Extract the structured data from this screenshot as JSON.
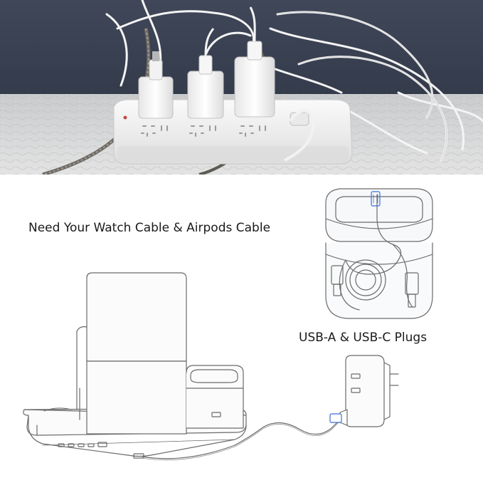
{
  "captions": {
    "cables": "Need Your Watch Cable & Airpods Cable",
    "plugs": "USB-A & USB-C Plugs"
  },
  "colors": {
    "wall": "#3d4557",
    "desk": "#d6d7d8",
    "power_strip": "#f1f1f1",
    "line_art": "#6b6b6b",
    "accent_blue": "#3a6fd8"
  },
  "icons": {
    "power_strip": "power-strip-photo",
    "charging_dock": "charging-dock-outline",
    "travel_case": "travel-case-outline",
    "wall_plug": "dual-port-wall-plug-outline"
  }
}
